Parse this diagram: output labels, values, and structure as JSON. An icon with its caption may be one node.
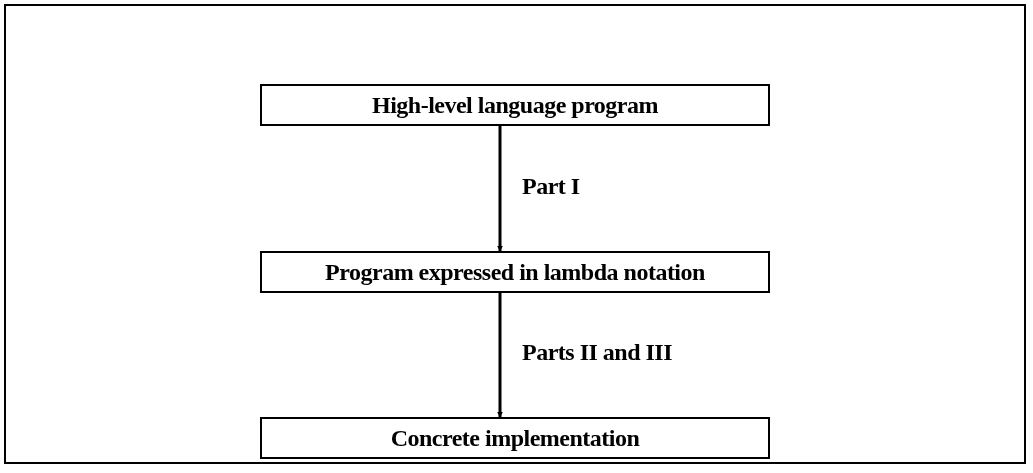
{
  "diagram": {
    "nodes": [
      {
        "text": [
          "High-level language program"
        ]
      },
      {
        "text": [
          "Program expressed in lambda notation"
        ]
      },
      {
        "text": [
          "Concrete implementation"
        ]
      }
    ],
    "edges": [
      {
        "from": 0,
        "to": 1,
        "arrow": "to",
        "label": "Part I"
      },
      {
        "from": 1,
        "to": 2,
        "arrow": "to",
        "label": "Parts II and III"
      }
    ]
  }
}
